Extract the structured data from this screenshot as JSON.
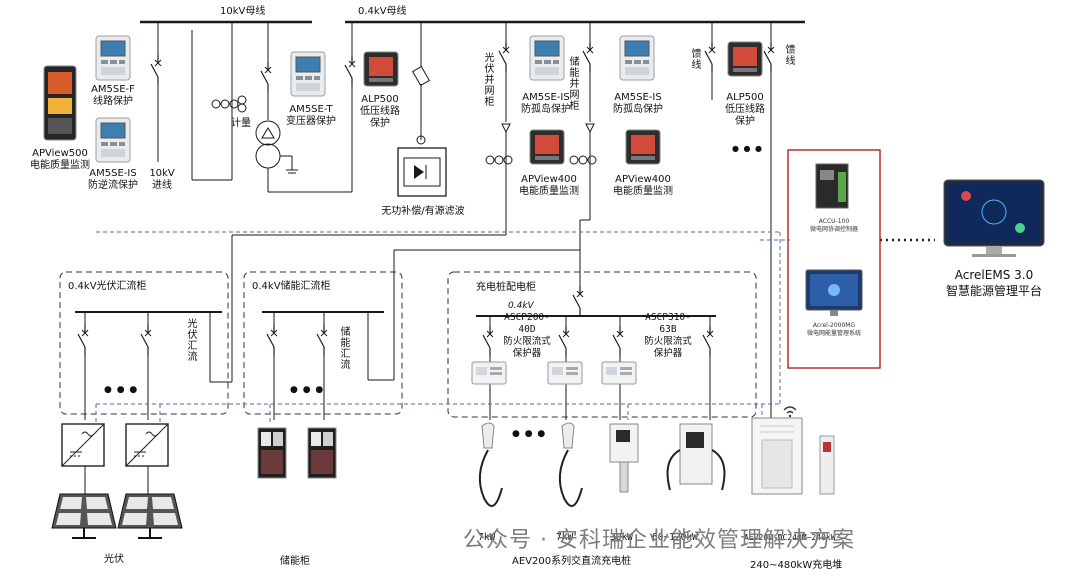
{
  "buses": {
    "bus_10kv": "10kV母线",
    "bus_04kv": "0.4kV母线"
  },
  "devices": {
    "apview500": "APView500\n电能质量监测",
    "am5se_f": "AM5SE-F\n线路保护",
    "am5se_is_left": "AM5SE-IS\n防逆流保护",
    "incoming_10kv": "10kV\n进线",
    "metering": "计量",
    "am5se_t": "AM5SE-T\n变压器保护",
    "alp500_left": "ALP500\n低压线路\n保护",
    "reactive_comp": "无功补偿/有源滤波",
    "pv_grid_cab": "光伏并网柜",
    "am5se_is_pv": "AM5SE-IS\n防孤岛保护",
    "apview400_pv": "APView400\n电能质量监测",
    "storage_grid_cab": "储能并网柜",
    "am5se_is_storage": "AM5SE-IS\n防孤岛保护",
    "apview400_storage": "APView400\n电能质量监测",
    "feeder1": "馈线",
    "alp500_right": "ALP500\n低压线路\n保护",
    "feeder2": "馈线",
    "dots": "● ● ●"
  },
  "platform": {
    "accu_name": "ACCU-100",
    "accu_desc": "微电网协调控制器",
    "acrel_name": "Acrel-2000MG",
    "acrel_desc": "微电网能量管理系统",
    "ems_name": "AcrelEMS 3.0",
    "ems_desc": "智慧能源管理平台"
  },
  "cabinets": {
    "pv_combiner": "0.4kV光伏汇流柜",
    "pv_combiner_label": "光伏汇流",
    "storage_combiner": "0.4kV储能汇流柜",
    "storage_combiner_label": "储能汇流",
    "charging_cab": "充电桩配电柜",
    "charging_bus": "0.4kV",
    "ascp200": "ASCP200-\n40D\n防火限流式\n保护器",
    "ascp310": "ASCP310-\n63B\n防火限流式\n保护器"
  },
  "bottom": {
    "pv": "光伏",
    "storage": "储能柜",
    "p7a": "7kW",
    "p7b": "7kW",
    "p30": "30kW",
    "p60": "60~120kW",
    "aev200dc": "AEV200-DC240M~240kW",
    "ac_piles": "AEV200系列交直流充电桩",
    "charge_stack": "240~480kW充电堆"
  },
  "watermark": "公众号 · 安科瑞企业能效管理解决方案",
  "colors": {
    "line": "#1a1a1a",
    "dashed_comm": "#4a6fa5",
    "highlight_box": "#b22222",
    "device_screen": "#3a4a7a"
  }
}
